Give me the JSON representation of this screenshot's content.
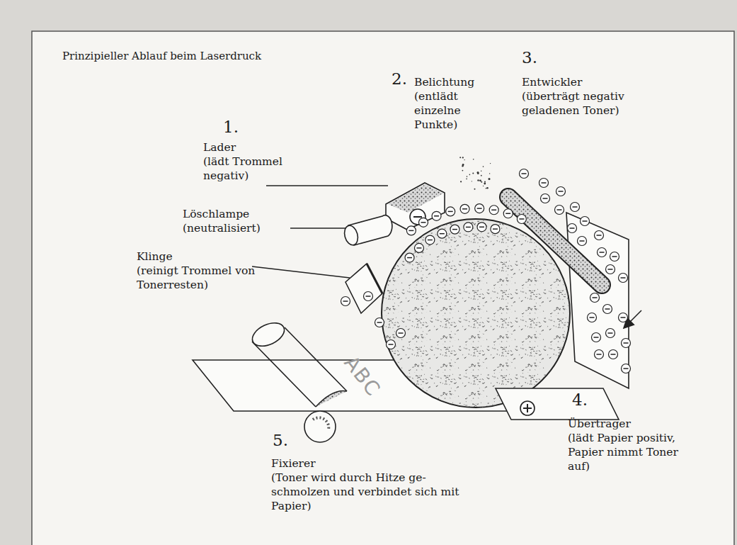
{
  "diagram": {
    "title": "Prinzipieller Ablauf beim Laserdruck",
    "labels": [
      "1.",
      "Lader",
      "(lädt Trommel negativ)",
      "Löschlampe",
      "(neutralisiert)",
      "Klinge",
      "(reinigt Trommel von Tonerresten)",
      "2.",
      "Belichtung",
      "(entlädt einzelne Punkte)",
      "3.",
      "Entwickler",
      "(überträgt negativ geladenen Toner)",
      "4.",
      "Übertrager",
      "(lädt Papier positiv, Papier nimmt Toner auf)",
      "5.",
      "Fixierer",
      "(Toner wird durch Hitze ge- schmolzen und verbindet sich mit Papier)",
      "ABC"
    ]
  }
}
